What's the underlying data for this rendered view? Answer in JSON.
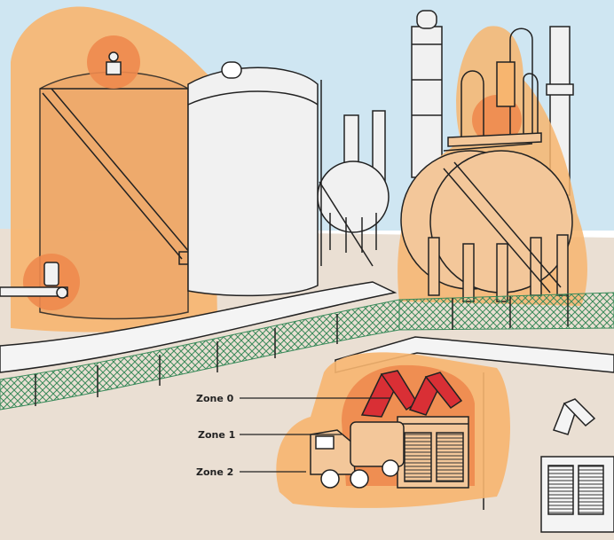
{
  "labels": {
    "zone0": "Zone 0",
    "zone1": "Zone 1",
    "zone2": "Zone 2"
  },
  "colors": {
    "sky": "#cfe6f2",
    "ground": "#eadfd3",
    "zone2": "#f7b56f",
    "zone1": "#ee8a4e",
    "zone0": "#d92f35",
    "tank": "#f1f1f1",
    "fence": "#3a8a5a",
    "outline": "#222222"
  }
}
